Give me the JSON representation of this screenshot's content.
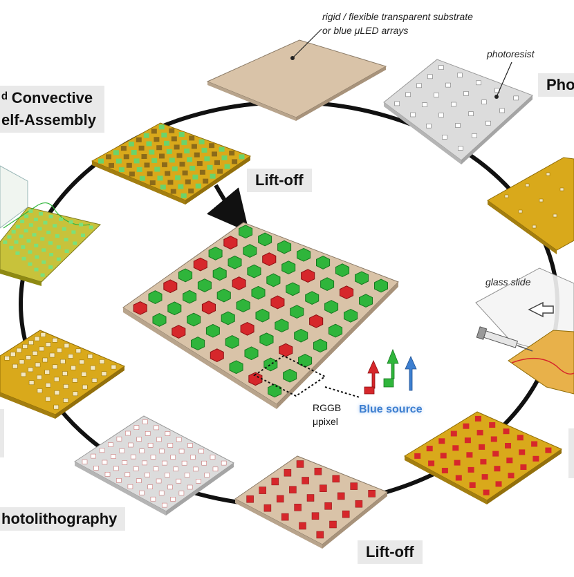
{
  "annotations": {
    "substrate_line1": "rigid / flexible transparent substrate",
    "substrate_line2": "or blue μLED arrays",
    "photoresist": "photoresist",
    "glass_slide": "glass slide",
    "rggb_line1": "RGGB",
    "rggb_line2": "μpixel",
    "blue_source": "Blue source"
  },
  "step_labels": {
    "top_right": "Pho",
    "convective_line1": "ᵈ Convective",
    "convective_line2": "elf-Assembly",
    "liftoff_top": "Lift-off",
    "photolithography": "hotolithography",
    "liftoff_bottom": "Lift-off"
  },
  "colors": {
    "substrate": "#d9c3a8",
    "photoresist": "#dcdcdc",
    "gold_layer": "#d9a91b",
    "red_qd": "#d6272b",
    "green_qd": "#2fb53b",
    "blue_arrow": "#3d7fd0",
    "blue_source_text": "#3d7fd0"
  }
}
